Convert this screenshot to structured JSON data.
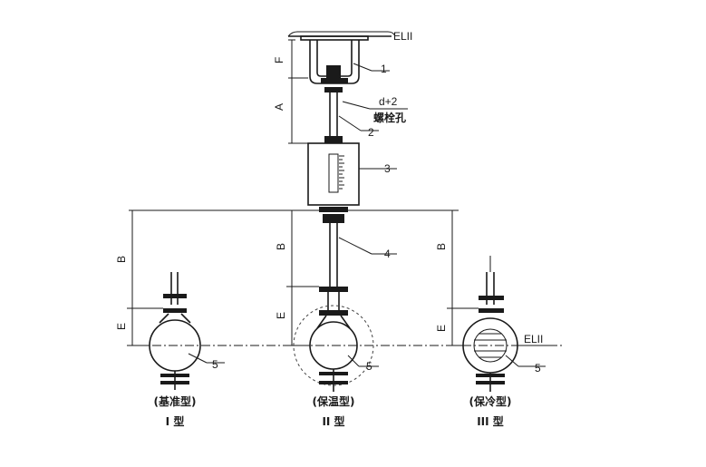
{
  "labels": {
    "el_top": "ELII",
    "el_right": "ELII",
    "dim_f": "F",
    "dim_a": "A",
    "dim_b": "B",
    "dim_e": "E",
    "bolt_size": "d+2",
    "bolt_hole": "螺栓孔"
  },
  "callouts": [
    "1",
    "2",
    "3",
    "4",
    "5"
  ],
  "variants": [
    {
      "caption": "(基准型)",
      "type": "I 型"
    },
    {
      "caption": "(保温型)",
      "type": "II 型"
    },
    {
      "caption": "(保冷型)",
      "type": "III 型"
    }
  ]
}
